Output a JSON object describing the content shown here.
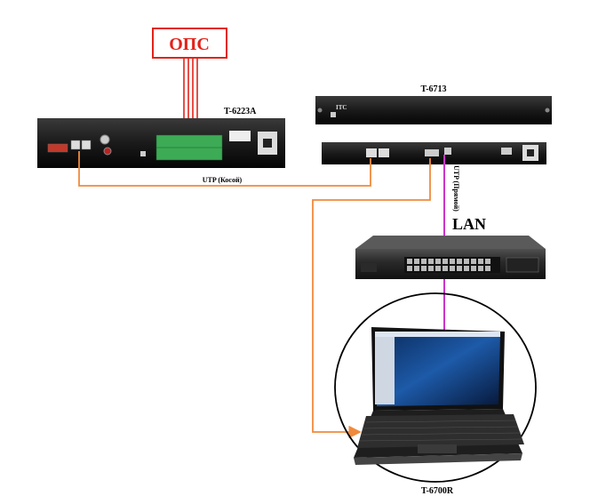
{
  "fire_alarm": {
    "label": "ОПС",
    "color": "#e2231a"
  },
  "devices": {
    "paging_unit": {
      "model": "T-6223A"
    },
    "net_module": {
      "model": "T-6713",
      "brand": "ITC"
    },
    "switch": {
      "label": "LAN"
    },
    "laptop": {
      "model": "T-6700R"
    }
  },
  "cables": {
    "crossover": {
      "label": "UTP (Косой)",
      "color": "#f08a3c"
    },
    "straight": {
      "label": "UTP (Прямой)",
      "color": "#cc33cc"
    }
  }
}
